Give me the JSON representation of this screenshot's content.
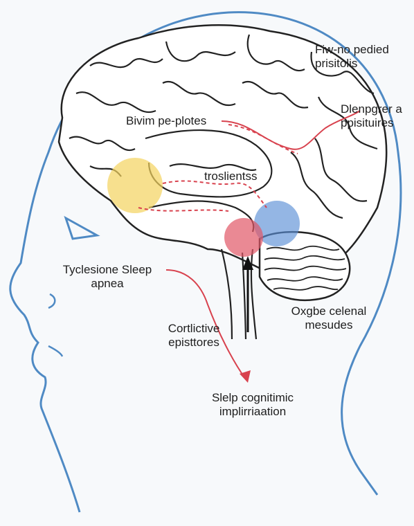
{
  "colors": {
    "outline": "#4f8ac4",
    "brain_line": "#222222",
    "pathway": "#d8424e",
    "yellow_spot": "#f4d35e",
    "red_spot": "#e15767",
    "blue_spot": "#5b8fd6",
    "arrow": "#d8424e"
  },
  "labels": {
    "top_right": {
      "line1": "Fiw-no pedied",
      "line2": "prisitolis"
    },
    "right_mid": {
      "line1": "Dlenpgrer a",
      "line2": "ppisituires"
    },
    "upper_center": "Bivim pe-plotes",
    "center": "troslientss",
    "left_mid": {
      "line1": "Tyclesione Sleep",
      "line2": "apnea"
    },
    "right_lower": {
      "line1": "Oxgbe celenal",
      "line2": "mesudes"
    },
    "left_lower": {
      "line1": "Cortlictive",
      "line2": "episttores"
    },
    "bottom": {
      "line1": "Slelp cognitimic",
      "line2": "implirriaation"
    }
  },
  "icons": {
    "eye": "eye-mark",
    "arrow": "up-arrow-icon"
  }
}
